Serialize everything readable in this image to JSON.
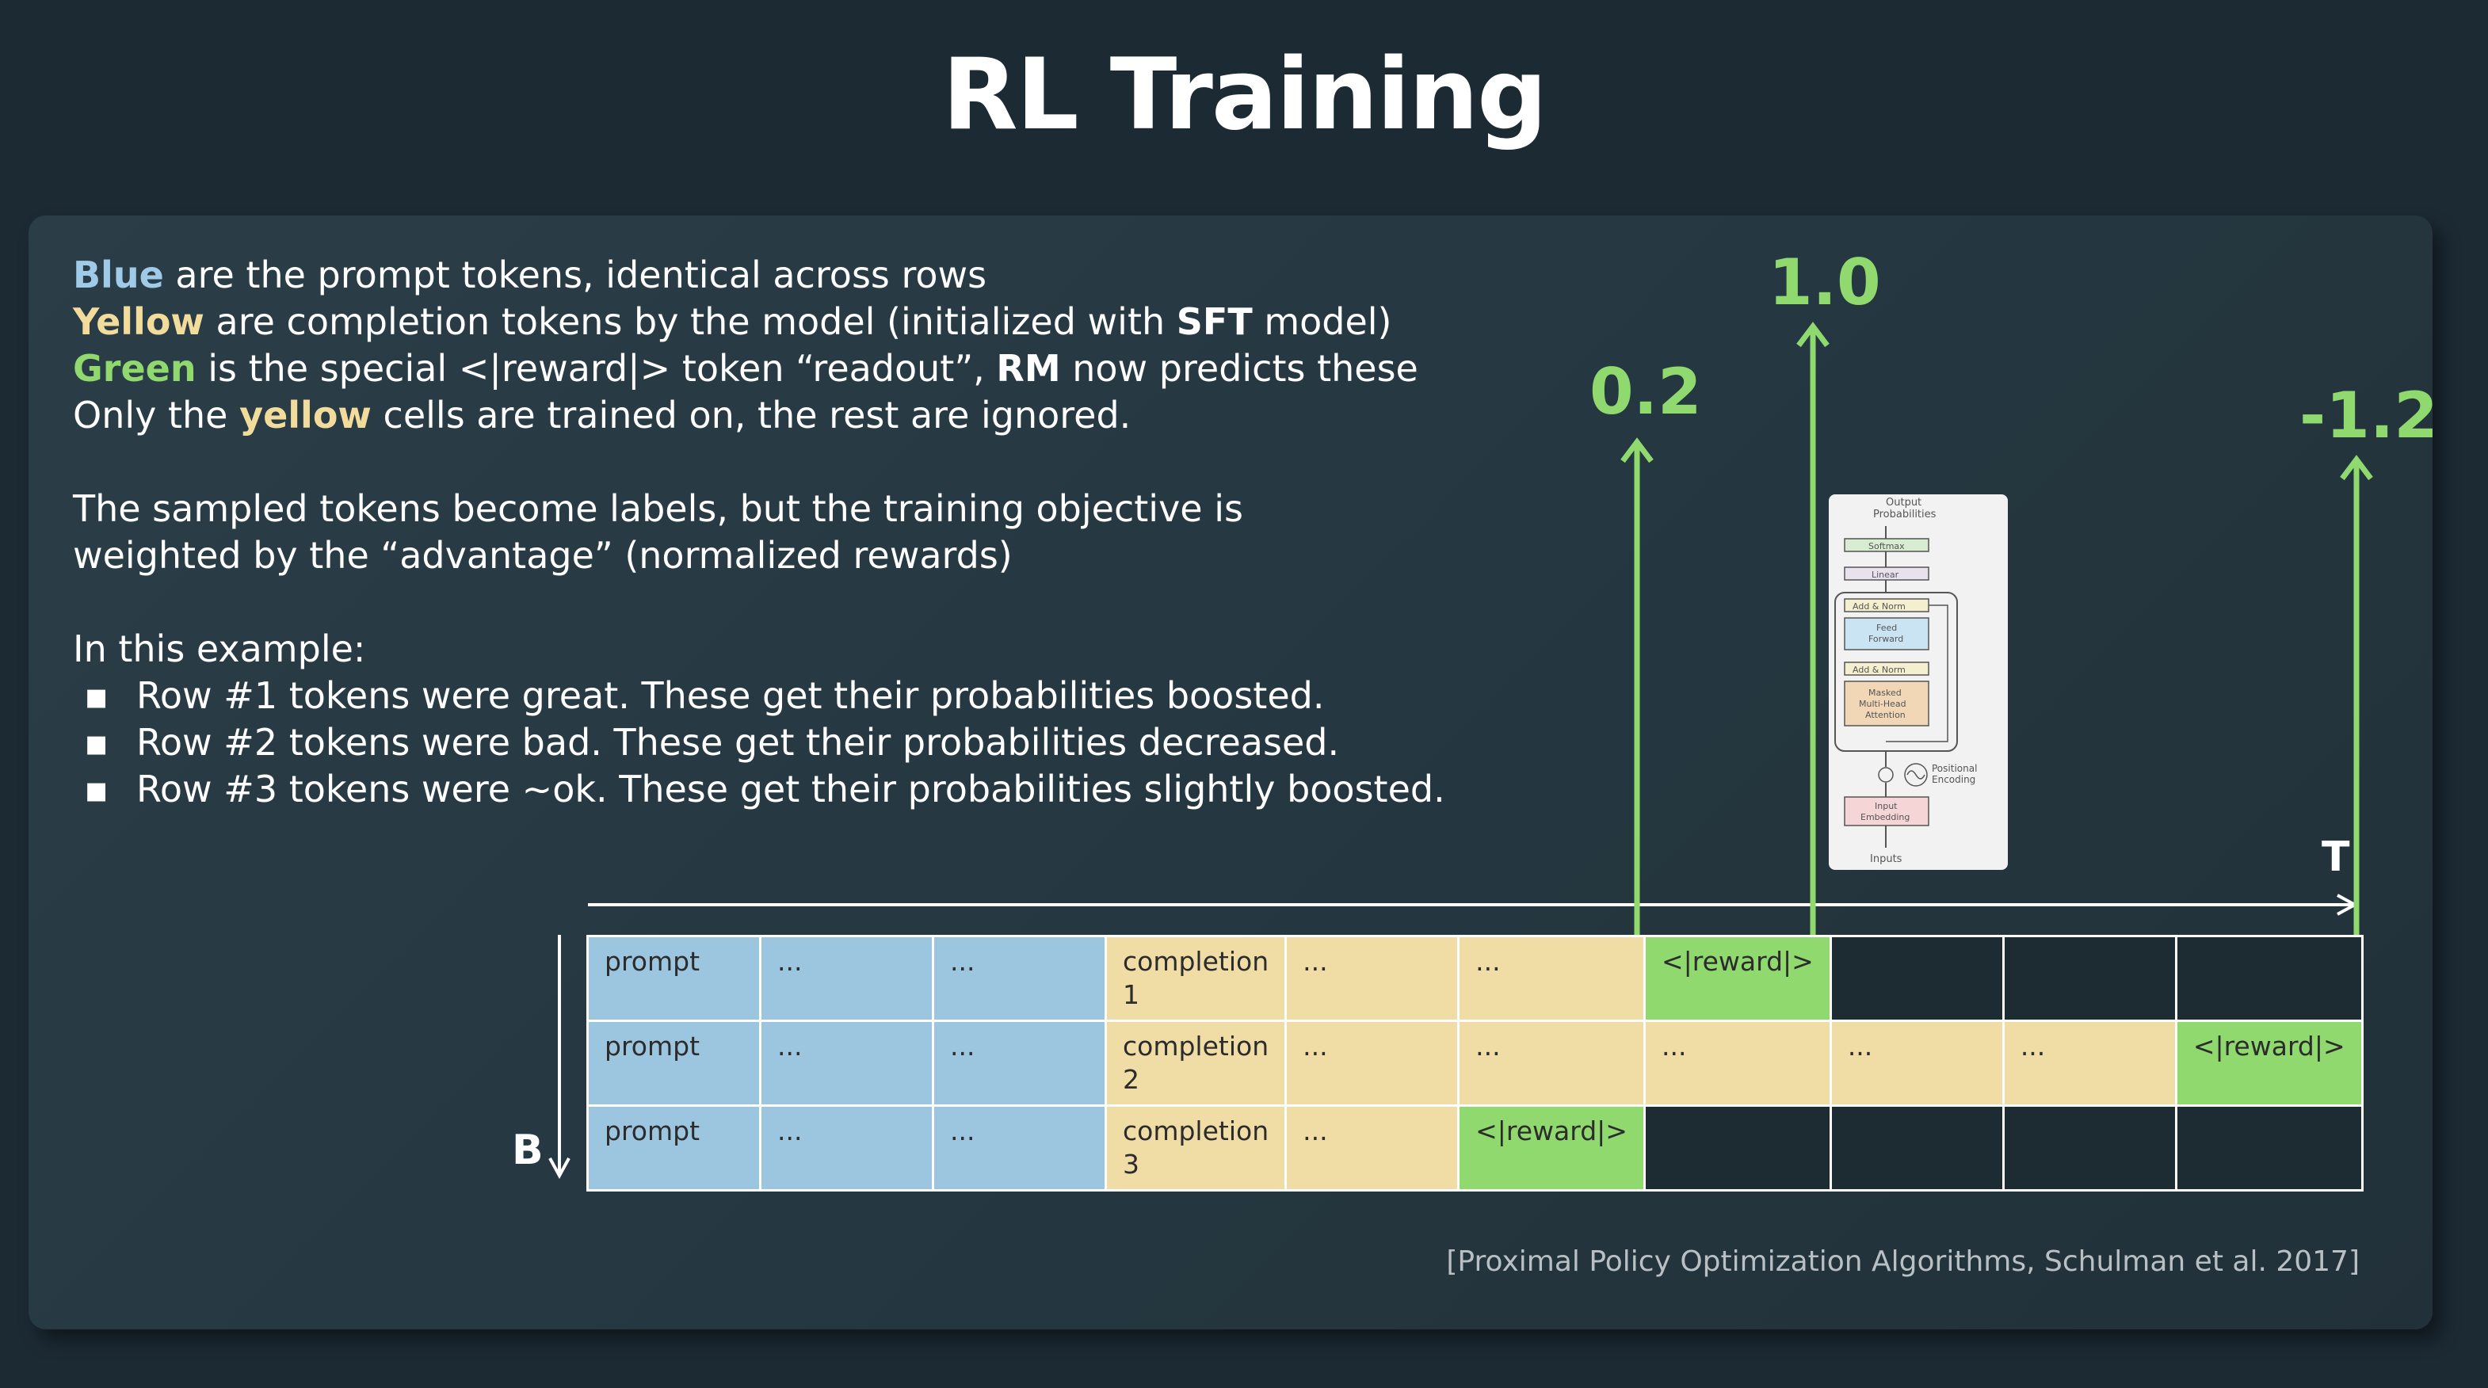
{
  "title": "RL Training",
  "text": {
    "line1": {
      "blue": "Blue",
      "rest": " are the prompt tokens, identical across rows"
    },
    "line2": {
      "yellow": "Yellow",
      "rest1": " are completion tokens by the model (initialized with ",
      "sft": "SFT",
      "rest2": " model)"
    },
    "line3": {
      "green": "Green",
      "rest1": " is the special <|reward|> token “readout”, ",
      "rm": "RM",
      "rest2": " now predicts these"
    },
    "line4": {
      "pre": "Only the ",
      "yellow": "yellow",
      "rest": " cells are trained on, the rest are ignored."
    },
    "para2_line1": "The sampled tokens become labels, but the training objective is",
    "para2_line2": "weighted by the “advantage” (normalized rewards)",
    "example_heading": "In this example:",
    "bullets": [
      "Row #1 tokens were great. These get their probabilities boosted.",
      "Row #2 tokens were bad. These get their probabilities decreased.",
      "Row #3 tokens were ~ok. These get their probabilities slightly boosted."
    ],
    "bullet_marker": "▪"
  },
  "grid": {
    "rows": [
      [
        {
          "type": "p",
          "text": "prompt"
        },
        {
          "type": "p",
          "text": "..."
        },
        {
          "type": "p",
          "text": "..."
        },
        {
          "type": "c",
          "text": "completion 1"
        },
        {
          "type": "c",
          "text": "..."
        },
        {
          "type": "c",
          "text": "..."
        },
        {
          "type": "r",
          "text": "<|reward|>"
        },
        {
          "type": "e",
          "text": ""
        },
        {
          "type": "e",
          "text": ""
        },
        {
          "type": "e",
          "text": ""
        }
      ],
      [
        {
          "type": "p",
          "text": "prompt"
        },
        {
          "type": "p",
          "text": "..."
        },
        {
          "type": "p",
          "text": "..."
        },
        {
          "type": "c",
          "text": "completion 2"
        },
        {
          "type": "c",
          "text": "..."
        },
        {
          "type": "c",
          "text": "..."
        },
        {
          "type": "c",
          "text": "..."
        },
        {
          "type": "c",
          "text": "..."
        },
        {
          "type": "c",
          "text": "..."
        },
        {
          "type": "r",
          "text": "<|reward|>"
        }
      ],
      [
        {
          "type": "p",
          "text": "prompt"
        },
        {
          "type": "p",
          "text": "..."
        },
        {
          "type": "p",
          "text": "..."
        },
        {
          "type": "c",
          "text": "completion 3"
        },
        {
          "type": "c",
          "text": "..."
        },
        {
          "type": "r",
          "text": "<|reward|>"
        },
        {
          "type": "e",
          "text": ""
        },
        {
          "type": "e",
          "text": ""
        },
        {
          "type": "e",
          "text": ""
        },
        {
          "type": "e",
          "text": ""
        }
      ]
    ]
  },
  "axes": {
    "b": "B",
    "t": "T"
  },
  "rewards": {
    "row1": "1.0",
    "row3": "0.2",
    "row2": "-1.2"
  },
  "transformer": {
    "output_probabilities": "Output Probabilities",
    "softmax": "Softmax",
    "linear": "Linear",
    "add_norm": "Add & Norm",
    "feed_forward": "Feed Forward",
    "masked_attention": "Masked Multi-Head Attention",
    "positional_encoding": "Positional Encoding",
    "input_embedding": "Input Embedding",
    "inputs": "Inputs"
  },
  "citation": "[Proximal Policy Optimization Algorithms, Schulman et al. 2017]",
  "colors": {
    "background": "#1c2a34",
    "prompt": "#9cc5df",
    "completion": "#f0dca5",
    "reward": "#8fd96e",
    "arrow": "#8fd96e"
  }
}
